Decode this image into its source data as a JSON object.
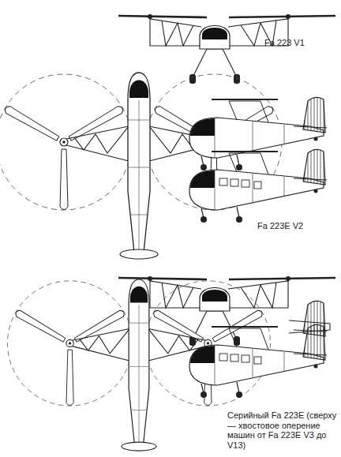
{
  "diagram": {
    "labels": [
      "Fa 223 V1",
      "Fa 223E V2",
      "Серийный Fa 223E (сверху — хвостовое оперение машин от Fa 223E V3 до V13)"
    ]
  }
}
